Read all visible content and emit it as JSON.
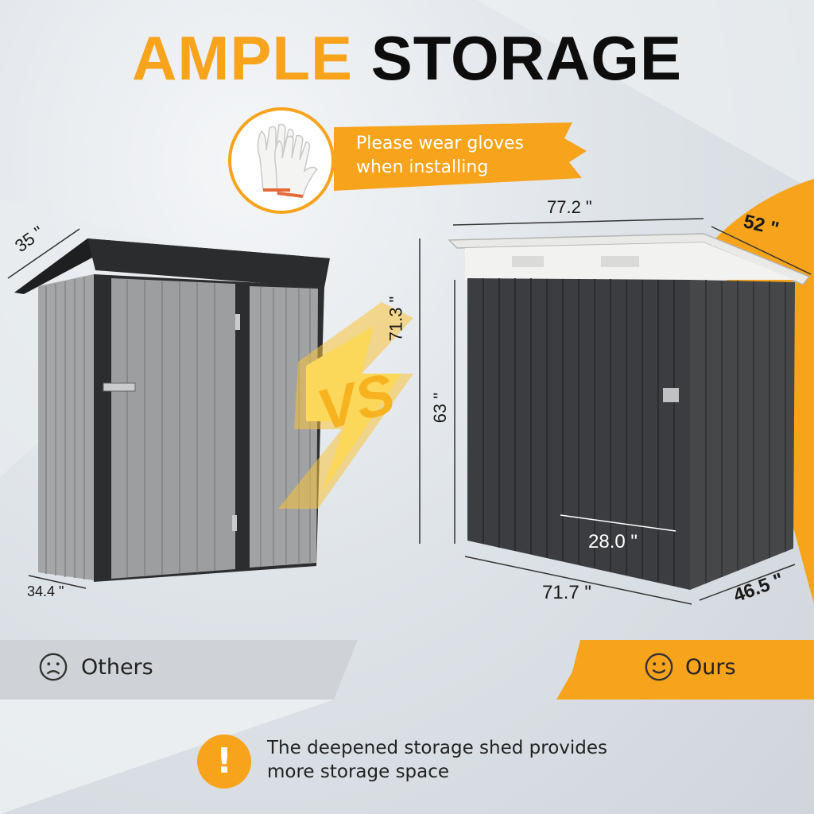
{
  "headline": {
    "part1": "AMPLE",
    "part2": "STORAGE"
  },
  "glove_note": {
    "line1": "Please wear gloves",
    "line2": "when installing"
  },
  "others": {
    "label": "Others",
    "dims": {
      "depth_top": "35 \"",
      "depth_bottom": "34.4 \""
    }
  },
  "ours": {
    "label": "Ours",
    "dims": {
      "width_top": "77.2 \"",
      "depth_top": "52 \"",
      "height_peak": "71.3 \"",
      "height_wall": "63 \"",
      "door_width": "28.0 \"",
      "width_bottom": "71.7 \"",
      "depth_bottom": "46.5 \""
    }
  },
  "vs_text": "VS",
  "footer_note": {
    "line1": "The deepened storage shed provides",
    "line2": "more storage space"
  },
  "colors": {
    "accent": "#f7a31c",
    "shed_grey": "#9a9c9e",
    "shed_dark": "#3a3c3e"
  }
}
